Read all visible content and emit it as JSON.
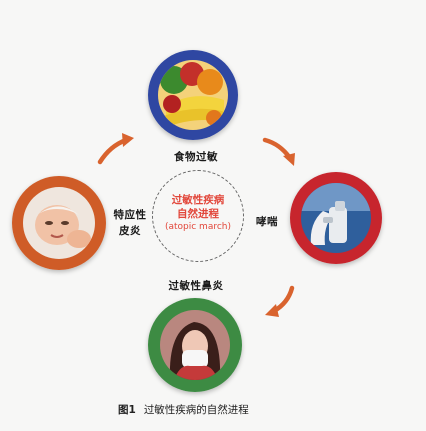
{
  "colors": {
    "food_ring": "#2f47a2",
    "asthma_ring": "#c7252d",
    "derm_ring": "#cf5c27",
    "rhinitis_ring": "#3d8b43",
    "arrow": "#d9632e",
    "center_text": "#e2473b"
  },
  "nodes": {
    "food": {
      "label": "食物过敏",
      "icon": "fruit-vegetable-photo"
    },
    "dermatitis": {
      "label_line1": "特应性",
      "label_line2": "皮炎",
      "icon": "baby-photo"
    },
    "asthma": {
      "label": "哮喘",
      "icon": "inhaler-photo"
    },
    "rhinitis": {
      "label": "过敏性鼻炎",
      "icon": "woman-blowing-nose-photo"
    }
  },
  "center": {
    "line1": "过敏性疾病",
    "line2": "自然进程",
    "line3": "(atopic march)"
  },
  "caption": {
    "number": "图1",
    "text": "过敏性疾病的自然进程"
  }
}
